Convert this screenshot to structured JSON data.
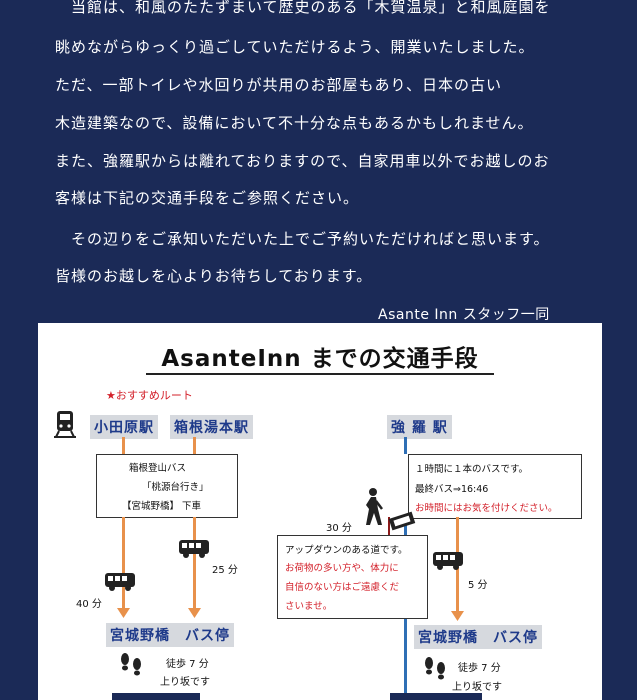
{
  "intro": {
    "paragraphs": [
      "　当館は、和風のたたずまいて歴史のある「木賀温泉」と和風庭園を",
      "眺めながらゆっくり過ごしていただけるよう、開業いたしました。",
      "ただ、一部トイレや水回りが共用のお部屋もあり、日本の古い",
      "木造建築なので、設備において不十分な点もあるかもしれません。",
      "また、強羅駅からは離れておりますので、自家用車以外でお越しのお",
      "客様は下記の交通手段をご参照ください。",
      "　その辺りをご承知いただいた上でご予約いただければと思います。",
      "皆様のお越しを心よりお待ちしております。"
    ],
    "signature": "Asante Inn スタッフ一同"
  },
  "panel": {
    "title": "AsanteInn までの交通手段",
    "recommended": "★おすすめルート",
    "stations": {
      "odawara": "小田原駅",
      "hakone_yumoto": "箱根湯本駅",
      "gora": "強 羅 駅",
      "bus_stop_left": "宮城野橋　バス停",
      "bus_stop_right": "宮城野橋　バス停"
    },
    "left_box": [
      "箱根登山バス",
      "「桃源台行き」",
      "【宮城野橋】 下車"
    ],
    "right_box": [
      "１時間に１本のバスです。",
      "最終バス⇒16:46",
      "お時間にはお気を付けください。"
    ],
    "note_box": [
      "アップダウンのある道です。",
      "お荷物の多い方や、体力に",
      "自信のない方はご遠慮くだ",
      "さいませ。"
    ],
    "labels": {
      "odawara_min": "40 分",
      "yumoto_min": "25 分",
      "walk_min": "30 分",
      "gora_bus_min": "5 分",
      "walk_left": [
        "徒歩 7 分",
        "上り坂です"
      ],
      "walk_right": [
        "徒歩 7 分",
        "上り坂です"
      ]
    },
    "colors": {
      "navy": "#1b2a57",
      "orange": "#e8914b",
      "blue": "#2f6fb5",
      "red": "#d3202a"
    }
  }
}
